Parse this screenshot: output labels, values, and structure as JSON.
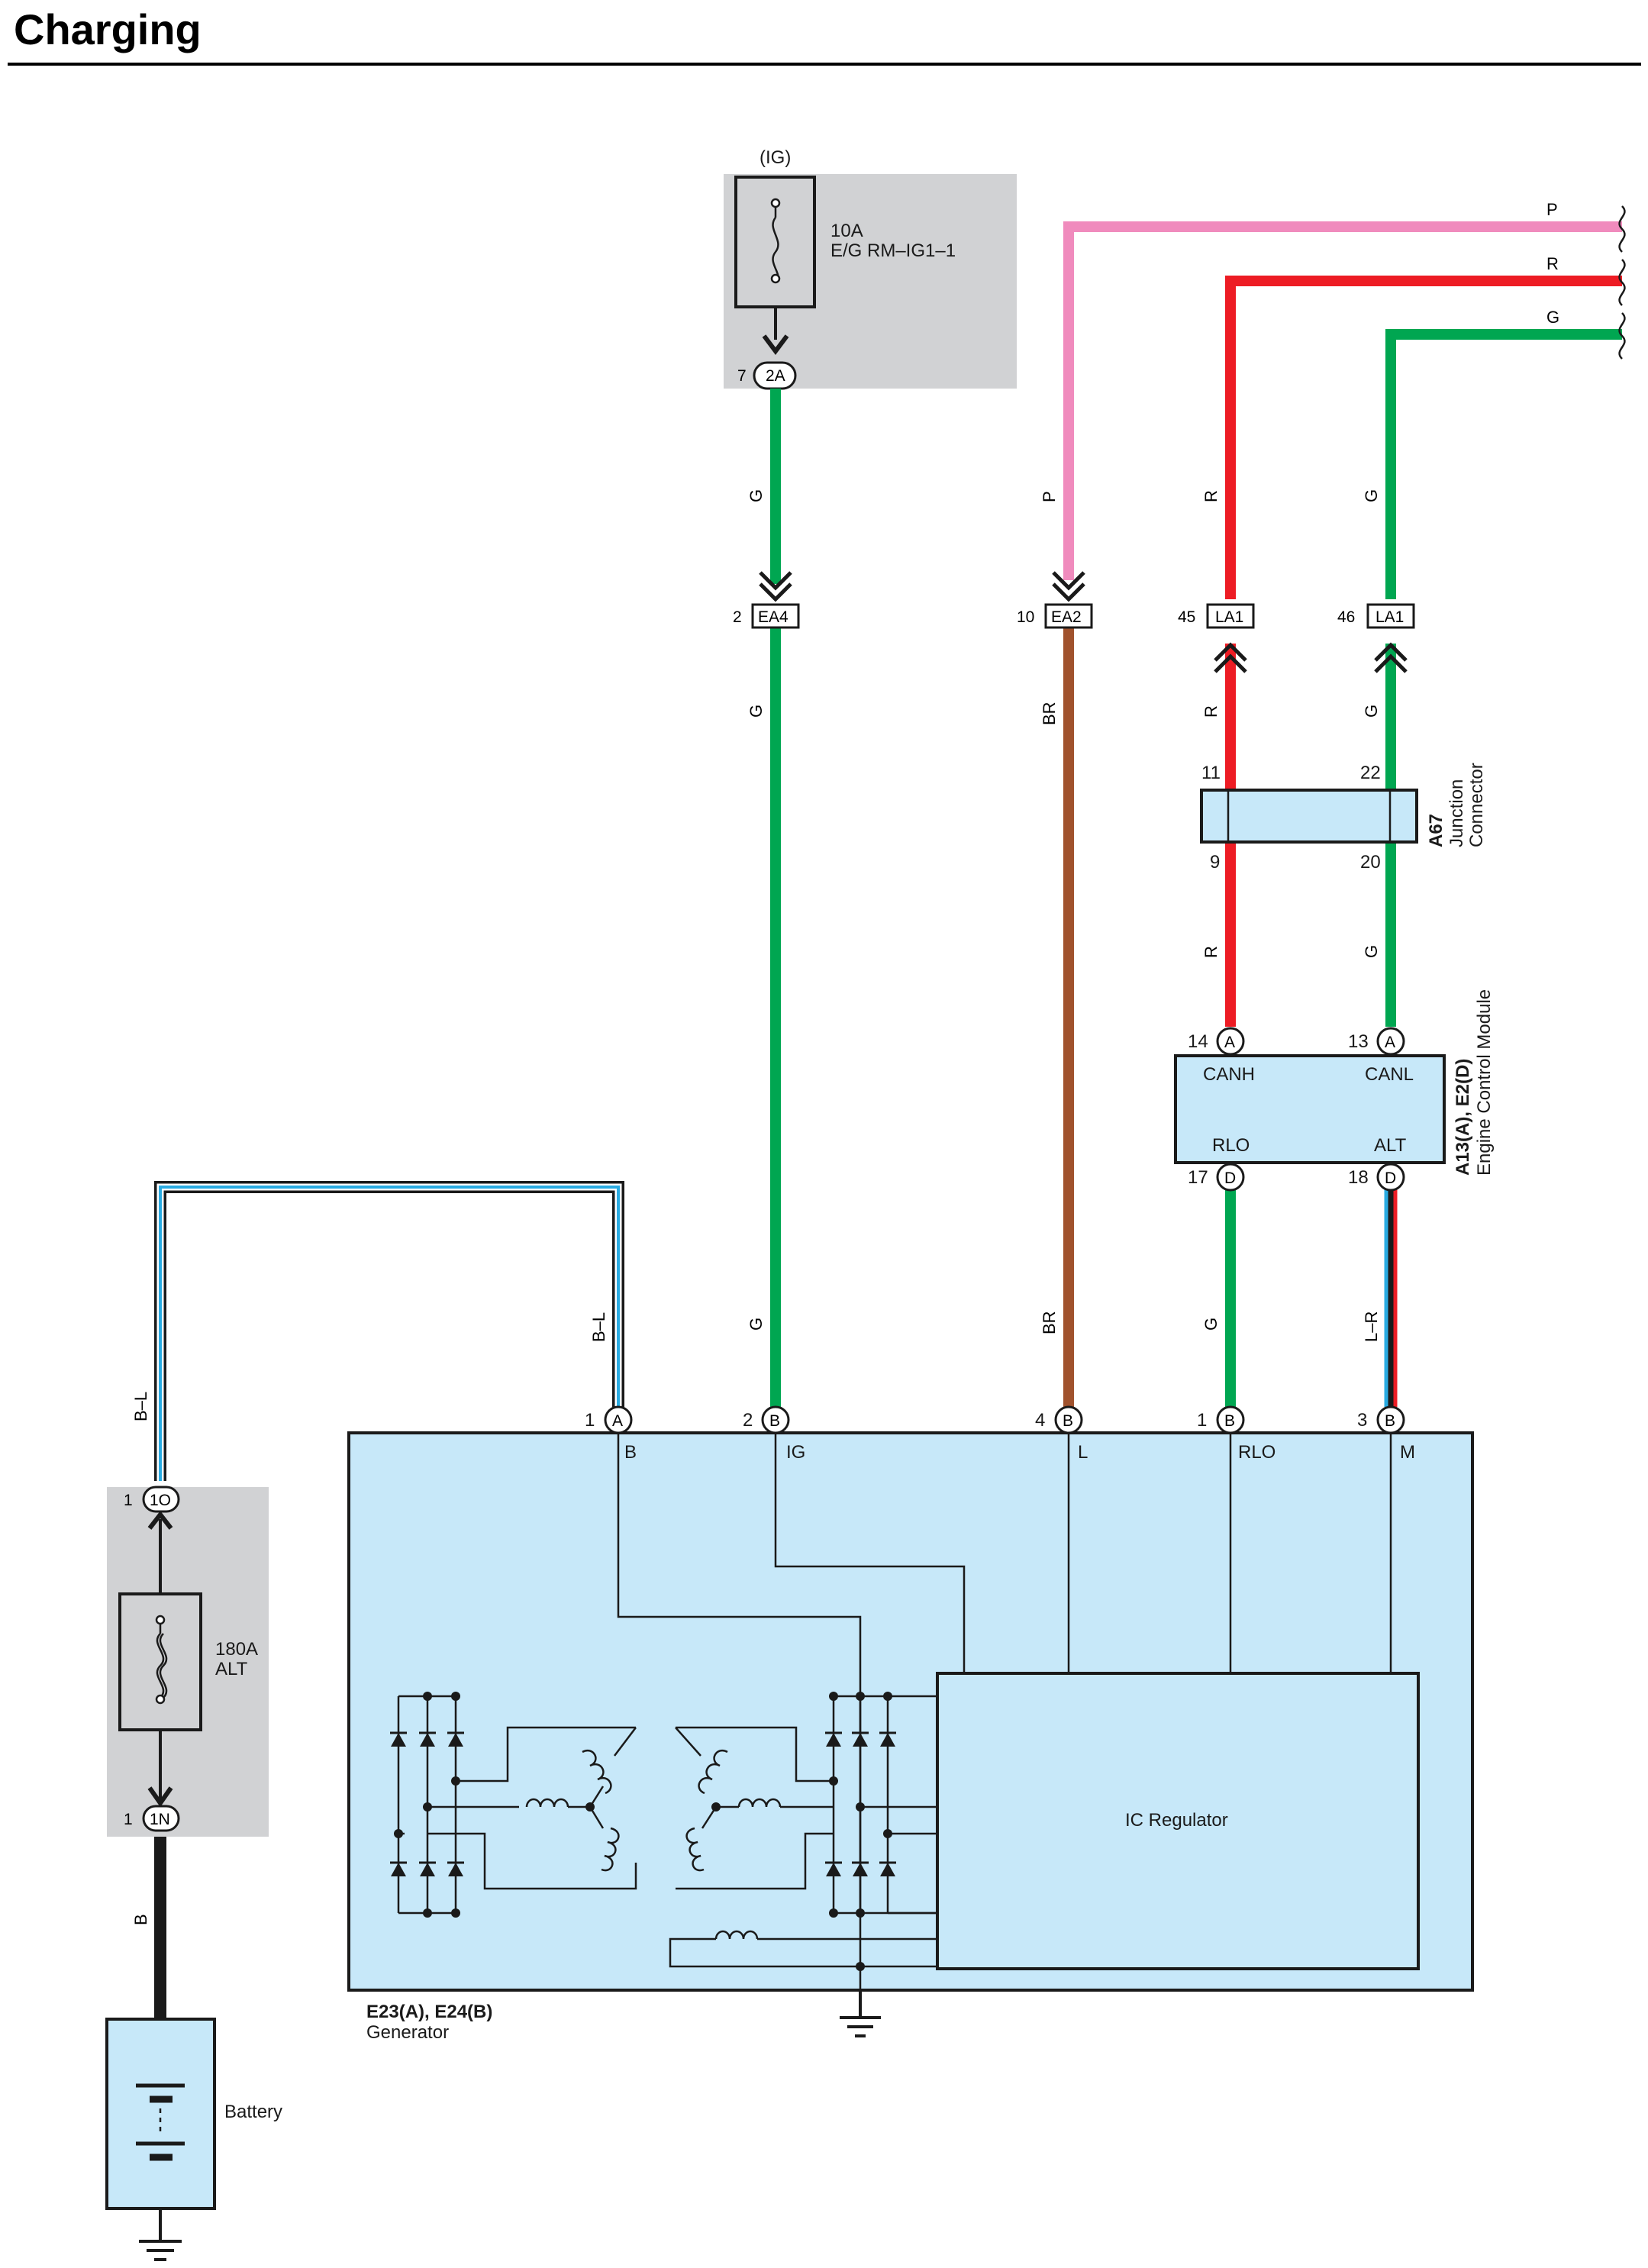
{
  "title": "Charging",
  "fuse_ig": {
    "header": "(IG)",
    "rating": "10A",
    "name": "E/G RM–IG1–1",
    "pin": "7",
    "connector": "2A"
  },
  "fuse_alt": {
    "rating": "180A",
    "name": "ALT",
    "top_pin": "1",
    "top_connector": "1O",
    "bottom_pin": "1",
    "bottom_connector": "1N"
  },
  "colors": {
    "G": "#00a651",
    "P": "#f08bbd",
    "R": "#ed1c24",
    "BR": "#a0522d",
    "B": "#1a1a1a",
    "L": "#29abe2",
    "box": "#c7e8f9",
    "gray": "#d1d2d4"
  },
  "wire_codes": {
    "P": "P",
    "R": "R",
    "G": "G",
    "BR": "BR",
    "BL": "B–L",
    "B": "B",
    "LR": "L–R"
  },
  "connectors": {
    "ea4": {
      "pin": "2",
      "name": "EA4"
    },
    "ea2": {
      "pin": "10",
      "name": "EA2"
    },
    "la1_r": {
      "pin": "45",
      "name": "LA1"
    },
    "la1_g": {
      "pin": "46",
      "name": "LA1"
    }
  },
  "junction": {
    "id": "A67",
    "name_line1": "Junction",
    "name_line2": "Connector",
    "pins": [
      "11",
      "22",
      "9",
      "20"
    ]
  },
  "ecm": {
    "id": "A13(A), E2(D)",
    "name": "Engine Control Module",
    "terminals": [
      {
        "pin": "14",
        "conn": "A",
        "label": "CANH"
      },
      {
        "pin": "13",
        "conn": "A",
        "label": "CANL"
      },
      {
        "pin": "17",
        "conn": "D",
        "label": "RLO"
      },
      {
        "pin": "18",
        "conn": "D",
        "label": "ALT"
      }
    ]
  },
  "generator": {
    "id": "E23(A), E24(B)",
    "name": "Generator",
    "regulator": "IC Regulator",
    "terminals": [
      {
        "pin": "1",
        "conn": "A",
        "label": "B"
      },
      {
        "pin": "2",
        "conn": "B",
        "label": "IG"
      },
      {
        "pin": "4",
        "conn": "B",
        "label": "L"
      },
      {
        "pin": "1",
        "conn": "B",
        "label": "RLO"
      },
      {
        "pin": "3",
        "conn": "B",
        "label": "M"
      }
    ]
  },
  "battery": {
    "name": "Battery"
  }
}
